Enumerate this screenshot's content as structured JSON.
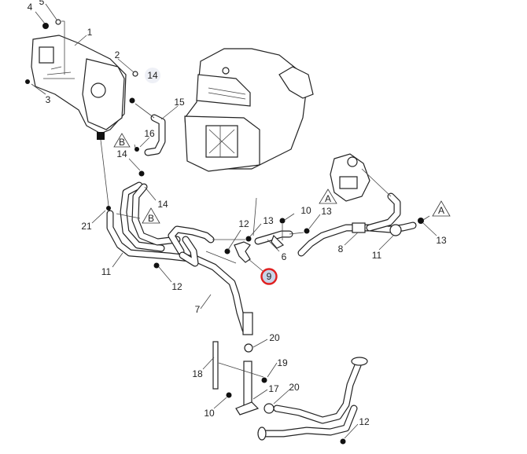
{
  "diagram": {
    "title": "Heater hoses and coolant pipes exploded view",
    "highlight_color": "#e02020",
    "highlight_fill": "#c8d4e8",
    "selected_callout": "9",
    "callouts": [
      {
        "id": "c4",
        "text": "4"
      },
      {
        "id": "c5",
        "text": "5"
      },
      {
        "id": "c1",
        "text": "1"
      },
      {
        "id": "c2",
        "text": "2"
      },
      {
        "id": "c14a",
        "text": "14"
      },
      {
        "id": "c3",
        "text": "3"
      },
      {
        "id": "c15",
        "text": "15"
      },
      {
        "id": "c16",
        "text": "16"
      },
      {
        "id": "c14b",
        "text": "14"
      },
      {
        "id": "c14c",
        "text": "14"
      },
      {
        "id": "c21",
        "text": "21"
      },
      {
        "id": "c11a",
        "text": "11"
      },
      {
        "id": "c12a",
        "text": "12"
      },
      {
        "id": "c12b",
        "text": "12"
      },
      {
        "id": "c13a",
        "text": "13"
      },
      {
        "id": "c10a",
        "text": "10"
      },
      {
        "id": "c13b",
        "text": "13"
      },
      {
        "id": "c6",
        "text": "6"
      },
      {
        "id": "c8",
        "text": "8"
      },
      {
        "id": "c11b",
        "text": "11"
      },
      {
        "id": "c13c",
        "text": "13"
      },
      {
        "id": "c9",
        "text": "9"
      },
      {
        "id": "c7",
        "text": "7"
      },
      {
        "id": "c20a",
        "text": "20"
      },
      {
        "id": "c18",
        "text": "18"
      },
      {
        "id": "c19",
        "text": "19"
      },
      {
        "id": "c17",
        "text": "17"
      },
      {
        "id": "c20b",
        "text": "20"
      },
      {
        "id": "c10b",
        "text": "10"
      },
      {
        "id": "c12c",
        "text": "12"
      }
    ],
    "references": [
      {
        "id": "refB1",
        "text": "B"
      },
      {
        "id": "refB2",
        "text": "B"
      },
      {
        "id": "refA1",
        "text": "A"
      },
      {
        "id": "refA2",
        "text": "A"
      }
    ]
  }
}
